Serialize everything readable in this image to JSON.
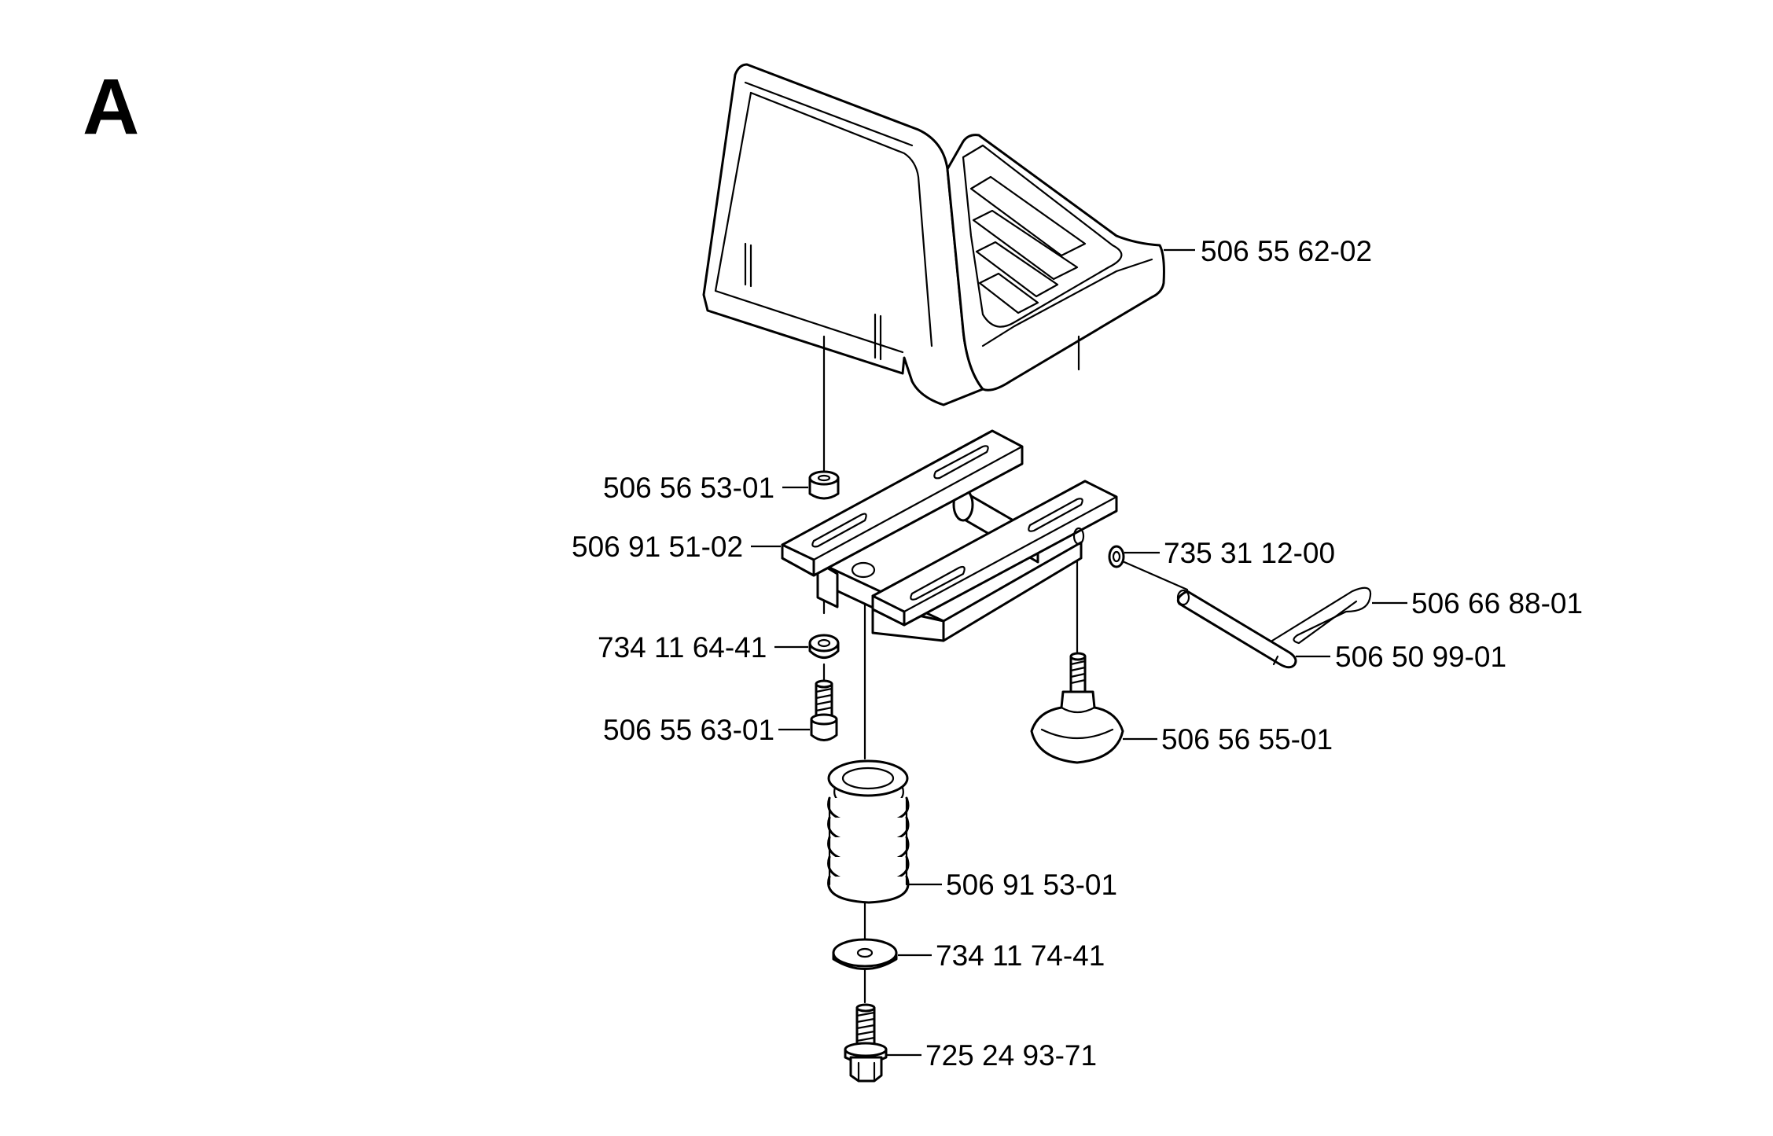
{
  "section_label": "A",
  "parts": [
    {
      "id": "seat",
      "part_number": "506 55 62-02"
    },
    {
      "id": "cap-nut",
      "part_number": "506 56 53-01"
    },
    {
      "id": "seat-bracket",
      "part_number": "506 91 51-02"
    },
    {
      "id": "lock-ring",
      "part_number": "735 31 12-00"
    },
    {
      "id": "hair-pin",
      "part_number": "506 66 88-01"
    },
    {
      "id": "pin",
      "part_number": "506 50 99-01"
    },
    {
      "id": "washer-small",
      "part_number": "734 11 64-41"
    },
    {
      "id": "screw",
      "part_number": "506 55 63-01"
    },
    {
      "id": "knob",
      "part_number": "506 56 55-01"
    },
    {
      "id": "spring",
      "part_number": "506 91 53-01"
    },
    {
      "id": "washer-large",
      "part_number": "734 11 74-41"
    },
    {
      "id": "flange-bolt",
      "part_number": "725 24 93-71"
    }
  ]
}
